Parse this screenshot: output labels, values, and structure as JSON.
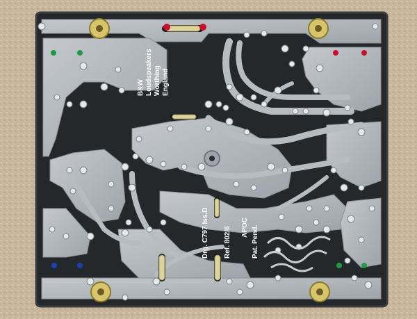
{
  "scene": {
    "description_free": true
  },
  "pcb_text": {
    "maker_line1": "B&W",
    "maker_line2": "Loudspeakers",
    "maker_line3": "Worthing",
    "maker_line4": "England",
    "drawing": "Drg. C797 Iss.D",
    "ref": "Ref. 802/6",
    "apoc": "APOC",
    "patent": "Pat. Pend."
  },
  "colors": {
    "carpet": "#c9b59a",
    "board_edge": "#2b2d2f",
    "board_dark": "#1d2022",
    "copper_trace": "#b7bcc0",
    "solder_joint": "#e6e9ec",
    "yellow_terminal": "#d8c46a",
    "red_dot": "#c8102e",
    "green_dot": "#1f9a45",
    "blue_dot": "#1f3fb0"
  }
}
